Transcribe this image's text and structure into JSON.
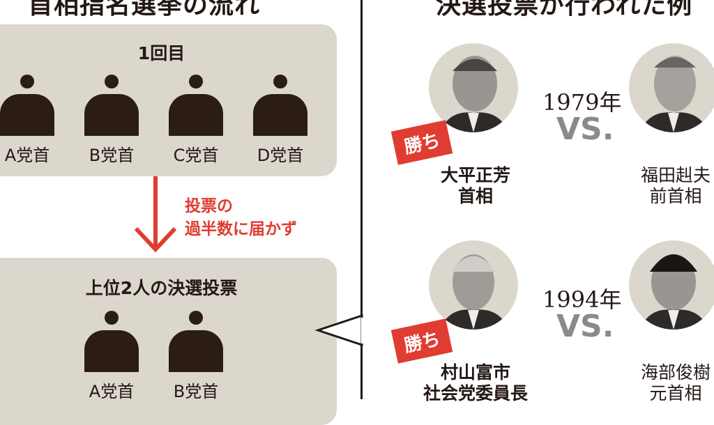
{
  "left_title": "首相指名選挙の流れ",
  "right_title": "決選投票が行われた例",
  "round1": {
    "title": "1回目",
    "candidates": [
      "A党首",
      "B党首",
      "C党首",
      "D党首"
    ]
  },
  "arrow_note": [
    "投票の",
    "過半数に届かず"
  ],
  "runoff": {
    "title": "上位2人の決選投票",
    "candidates": [
      "A党首",
      "B党首"
    ]
  },
  "examples": [
    {
      "year": "1979年",
      "vs": "VS.",
      "badge": "勝ち",
      "winner": [
        "大平正芳",
        "首相"
      ],
      "loser": [
        "福田赳夫",
        "前首相"
      ]
    },
    {
      "year": "1994年",
      "vs": "VS.",
      "badge": "勝ち",
      "winner": [
        "村山富市",
        "社会党委員長"
      ],
      "loser": [
        "海部俊樹",
        "元首相"
      ]
    }
  ],
  "colors": {
    "accent": "#e03c31",
    "panel": "#dcd7cd",
    "ink": "#2b1c14"
  }
}
